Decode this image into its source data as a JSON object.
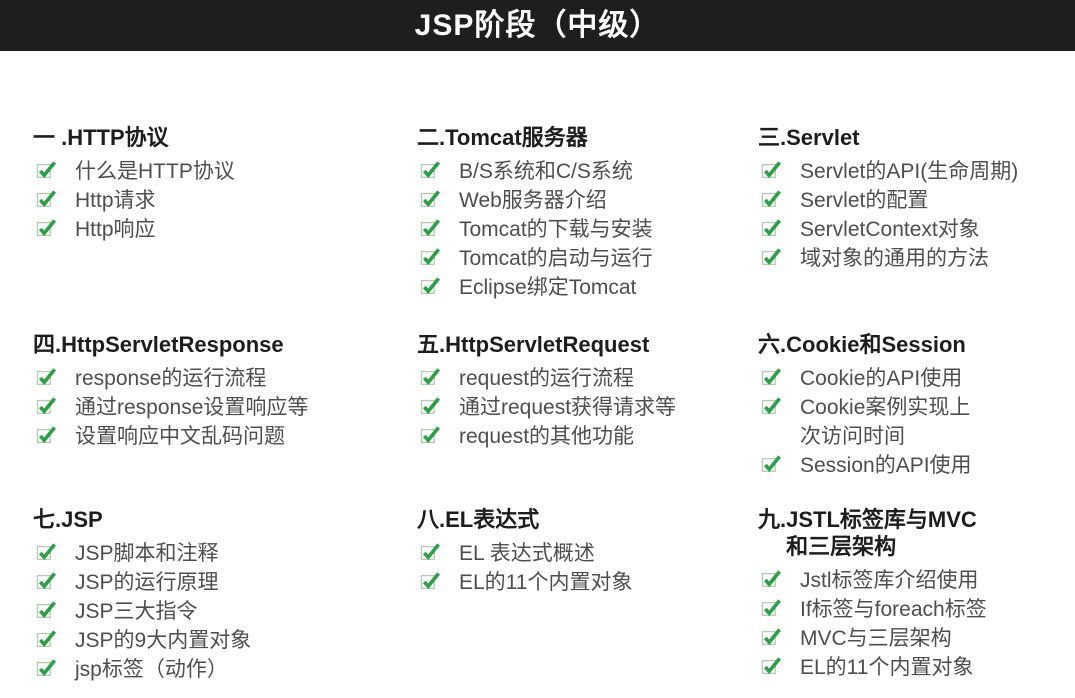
{
  "header": {
    "title": "JSP阶段（中级）"
  },
  "colors": {
    "header_bg": "#1e1e1e",
    "header_text": "#ffffff",
    "section_title": "#1d1d1d",
    "item_text": "#4e4e4e",
    "check_green": "#2f9e48",
    "checkbox_border": "#b3ccb3",
    "page_bg": "#ffffff"
  },
  "sections": [
    {
      "number": "一 .",
      "title": "HTTP协议",
      "items": [
        "什么是HTTP协议",
        "Http请求",
        "Http响应"
      ]
    },
    {
      "number": "二.",
      "title": "Tomcat服务器",
      "items": [
        "B/S系统和C/S系统",
        "Web服务器介绍",
        "Tomcat的下载与安装",
        "Tomcat的启动与运行",
        "Eclipse绑定Tomcat"
      ]
    },
    {
      "number": "三.",
      "title": "Servlet",
      "items": [
        "Servlet的API(生命周期)",
        "Servlet的配置",
        "ServletContext对象",
        "域对象的通用的方法"
      ]
    },
    {
      "number": "四.",
      "title": "HttpServletResponse",
      "items": [
        "response的运行流程",
        "通过response设置响应等",
        "设置响应中文乱码问题"
      ]
    },
    {
      "number": "五.",
      "title": "HttpServletRequest",
      "items": [
        "request的运行流程",
        "通过request获得请求等",
        "request的其他功能"
      ]
    },
    {
      "number": "六.",
      "title": "Cookie和Session",
      "items": [
        "Cookie的API使用",
        "Cookie案例实现上\n次访问时间",
        "Session的API使用"
      ]
    },
    {
      "number": "七.",
      "title": "JSP",
      "items": [
        "JSP脚本和注释",
        "JSP的运行原理",
        "JSP三大指令",
        "JSP的9大内置对象",
        "jsp标签（动作）"
      ]
    },
    {
      "number": "八.",
      "title": "EL表达式",
      "items": [
        "EL 表达式概述",
        "EL的11个内置对象"
      ]
    },
    {
      "number": "九.",
      "title": "JSTL标签库与MVC\n和三层架构",
      "items": [
        "Jstl标签库介绍使用",
        "If标签与foreach标签",
        "MVC与三层架构",
        "EL的11个内置对象"
      ]
    }
  ]
}
